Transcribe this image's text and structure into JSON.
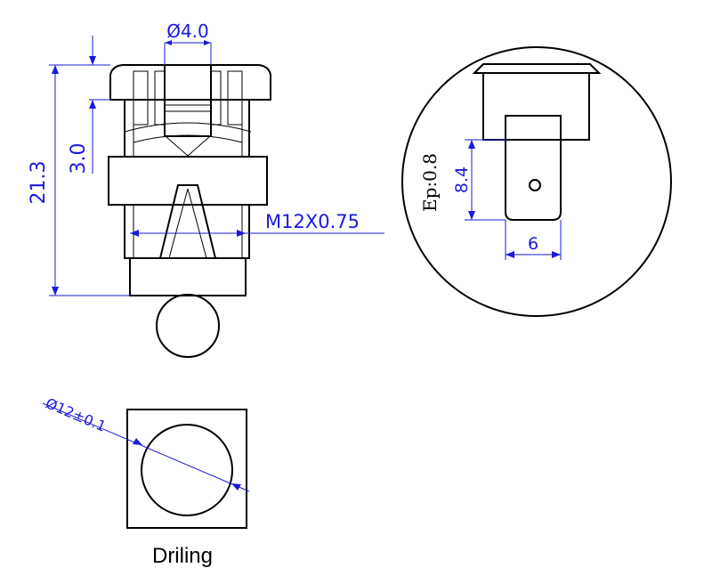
{
  "dimensions": {
    "bore_diameter": "Ø4.0",
    "total_height": "21.3",
    "head_height": "3.0",
    "thread": "M12X0.75",
    "terminal_height": "8.4",
    "terminal_width": "6",
    "thickness_note": "Ep:0.8",
    "drill_diameter": "Ø12±0.1"
  },
  "captions": {
    "drilling": "Driling"
  },
  "colors": {
    "dimension": "#1a1adc",
    "outline": "#000000",
    "background": "#ffffff"
  }
}
